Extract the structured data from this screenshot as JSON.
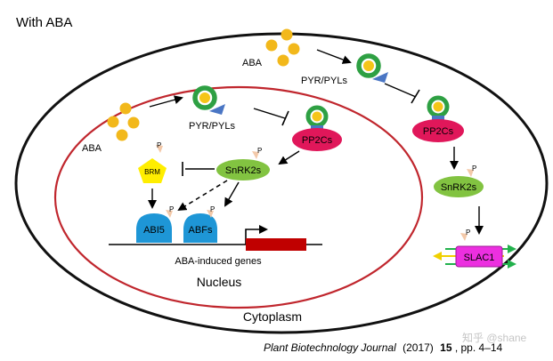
{
  "title": "With ABA",
  "labels": {
    "aba_outer": "ABA",
    "pyr_outer": "PYR/PYLs",
    "pp2c_outer": "PP2Cs",
    "snrk2_outer": "SnRK2s",
    "slac1": "SLAC1",
    "aba_inner": "ABA",
    "pyr_inner": "PYR/PYLs",
    "pp2c_inner": "PP2Cs",
    "snrk2_inner": "SnRK2s",
    "brm": "BRM",
    "abi5": "ABI5",
    "abfs": "ABFs",
    "genes": "ABA-induced genes",
    "nucleus": "Nucleus",
    "cytoplasm": "Cytoplasm",
    "phospho": "P"
  },
  "citation": {
    "journal": "Plant Biotechnology Journal",
    "year": "(2017)",
    "volume": "15",
    "pages": ", pp. 4–14"
  },
  "watermark": "知乎 @shane",
  "colors": {
    "aba_dot": "#f2b81b",
    "receptor_ring": "#2ea043",
    "receptor_core": "#f5c518",
    "receptor_tab": "#4a76c4",
    "pp2c": "#e0175a",
    "snrk2": "#82c341",
    "abi": "#1e96d6",
    "brm": "#ffee00",
    "slac1": "#ec2fe0",
    "gene": "#c00000",
    "nucleus_border": "#c0262d",
    "phospho_tag": "#f3c9a9"
  }
}
